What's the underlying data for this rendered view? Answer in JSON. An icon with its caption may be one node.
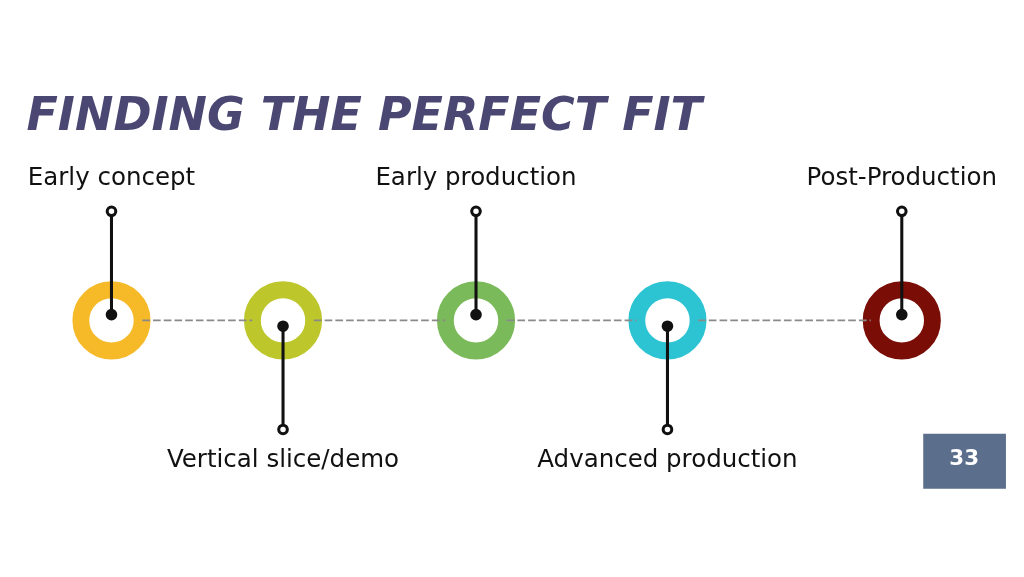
{
  "diagram": {
    "title": "FINDING THE PERFECT FIT",
    "nodes": [
      {
        "text": [
          "Early concept"
        ]
      },
      {
        "text": [
          "Vertical slice/demo"
        ]
      },
      {
        "text": [
          "Early production"
        ]
      },
      {
        "text": [
          "Advanced production"
        ]
      },
      {
        "text": [
          "Post-Production"
        ]
      },
      {
        "text": [],
        "shape": "circle"
      },
      {
        "text": [],
        "shape": "circle"
      },
      {
        "text": [],
        "shape": "circle"
      },
      {
        "text": [],
        "shape": "circle"
      },
      {
        "text": [],
        "shape": "circle"
      }
    ],
    "edges": [
      {
        "from": 0,
        "to": 5,
        "arrow": "other"
      },
      {
        "from": 1,
        "to": 6,
        "arrow": "other"
      },
      {
        "from": 2,
        "to": 7,
        "arrow": "other"
      },
      {
        "from": 3,
        "to": 8,
        "arrow": "other"
      },
      {
        "from": 4,
        "to": 9,
        "arrow": "other"
      },
      {
        "from": 5,
        "to": 6,
        "arrow": "none",
        "style": "dashed",
        "color": "#8a8a8a"
      },
      {
        "from": 6,
        "to": 7,
        "arrow": "none",
        "style": "dashed",
        "color": "#8a8a8a"
      },
      {
        "from": 7,
        "to": 8,
        "arrow": "none",
        "style": "dashed",
        "color": "#8a8a8a"
      },
      {
        "from": 8,
        "to": 9,
        "arrow": "none",
        "style": "dashed",
        "color": "#8a8a8a"
      }
    ],
    "labels": [
      "33"
    ]
  }
}
